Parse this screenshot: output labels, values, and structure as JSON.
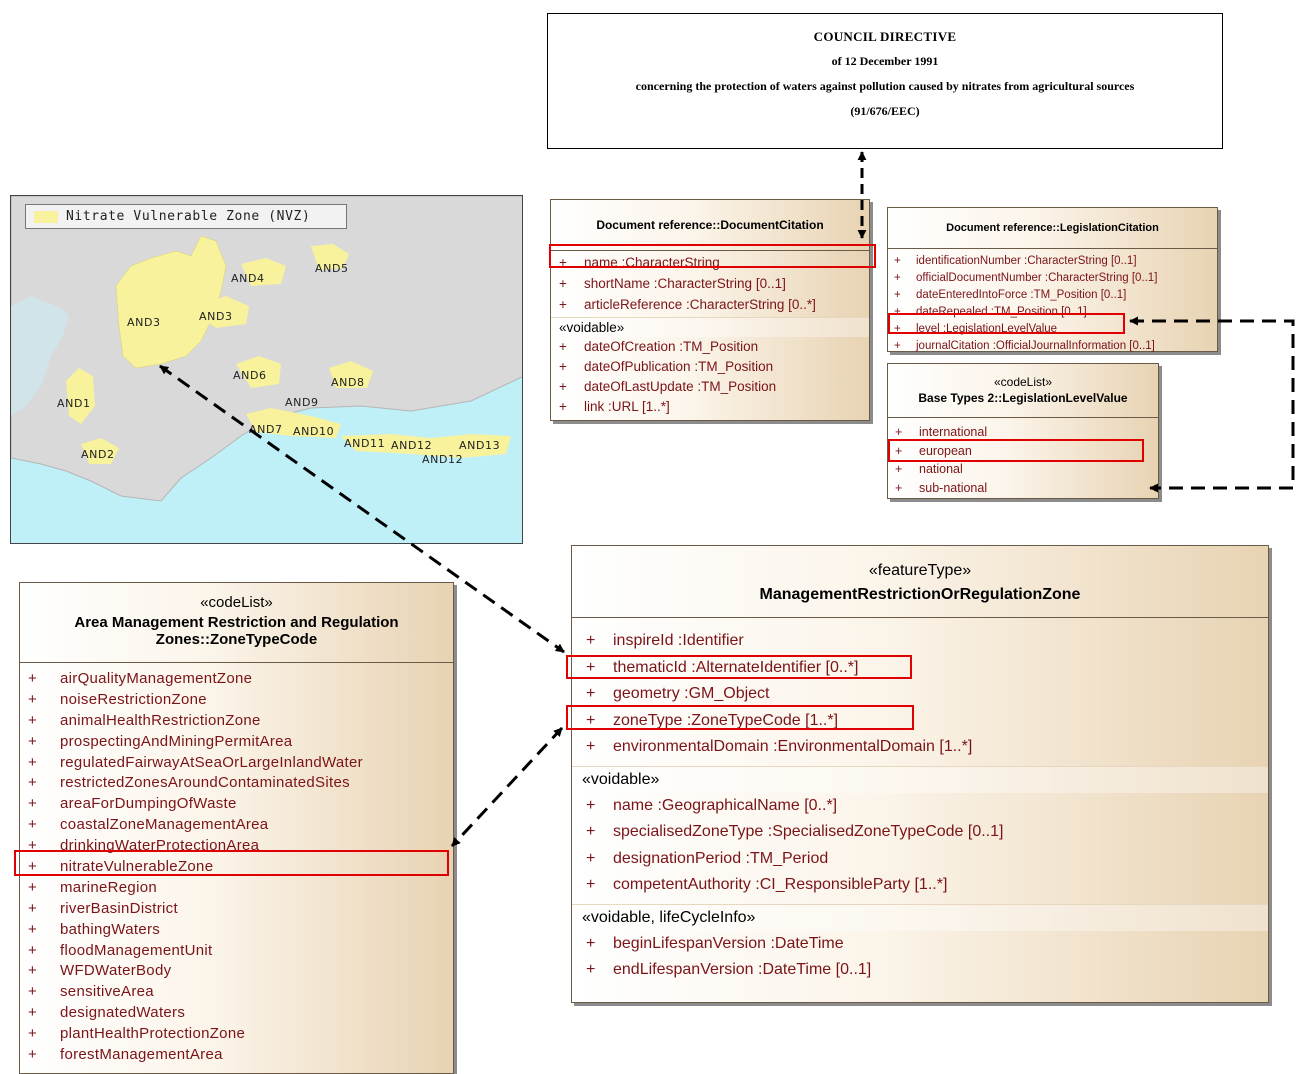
{
  "council": {
    "title": "COUNCIL DIRECTIVE",
    "date": "of 12 December 1991",
    "subject": "concerning the protection of waters against pollution caused by nitrates from agricultural sources",
    "reference": "(91/676/EEC)"
  },
  "doc_citation": {
    "name": "Document reference::DocumentCitation",
    "attributes": [
      "name  :CharacterString",
      "shortName  :CharacterString [0..1]",
      "articleReference  :CharacterString [0..*]"
    ],
    "voidable_label": "«voidable»",
    "voidable": [
      "dateOfCreation  :TM_Position",
      "dateOfPublication  :TM_Position",
      "dateOfLastUpdate  :TM_Position",
      "link  :URL [1..*]"
    ]
  },
  "leg_citation": {
    "name": "Document reference::LegislationCitation",
    "attributes": [
      "identificationNumber  :CharacterString [0..1]",
      "officialDocumentNumber  :CharacterString [0..1]",
      "dateEnteredIntoForce  :TM_Position [0..1]",
      "dateRepealed  :TM_Position [0..1]",
      "level  :LegislationLevelValue",
      "journalCitation  :OfficialJournalInformation [0..1]"
    ]
  },
  "level_value": {
    "stereotype": "«codeList»",
    "name": "Base Types 2::LegislationLevelValue",
    "values": [
      "international",
      "european",
      "national",
      "sub-national"
    ]
  },
  "map": {
    "legend": "Nitrate Vulnerable Zone (NVZ)",
    "zones": [
      "AND5",
      "AND4",
      "AND3",
      "AND3",
      "AND6",
      "AND8",
      "AND1",
      "AND9",
      "AND7",
      "AND10",
      "AND11",
      "AND12",
      "AND13",
      "AND2",
      "AND12"
    ],
    "colors": {
      "zone": "#f7f29b",
      "land": "#d8d8d8",
      "sea": "#bfeff7"
    }
  },
  "feature": {
    "stereotype": "«featureType»",
    "name": "ManagementRestrictionOrRegulationZone",
    "attributes": [
      "inspireId  :Identifier",
      "thematicId  :AlternateIdentifier [0..*]",
      "geometry  :GM_Object",
      "zoneType  :ZoneTypeCode [1..*]",
      "environmentalDomain  :EnvironmentalDomain [1..*]"
    ],
    "voidable_label": "«voidable»",
    "voidable": [
      "name  :GeographicalName [0..*]",
      "specialisedZoneType  :SpecialisedZoneTypeCode [0..1]",
      "designationPeriod  :TM_Period",
      "competentAuthority  :CI_ResponsibleParty [1..*]"
    ],
    "lifecycle_label": "«voidable, lifeCycleInfo»",
    "lifecycle": [
      "beginLifespanVersion  :DateTime",
      "endLifespanVersion  :DateTime [0..1]"
    ]
  },
  "zone_type": {
    "stereotype": "«codeList»",
    "name_line1": "Area Management Restriction and Regulation",
    "name_line2": "Zones::ZoneTypeCode",
    "values": [
      "airQualityManagementZone",
      "noiseRestrictionZone",
      "animalHealthRestrictionZone",
      "prospectingAndMiningPermitArea",
      "regulatedFairwayAtSeaOrLargeInlandWater",
      "restrictedZonesAroundContaminatedSites",
      "areaForDumpingOfWaste",
      "coastalZoneManagementArea",
      "drinkingWaterProtectionArea",
      "nitrateVulnerableZone",
      "marineRegion",
      "riverBasinDistrict",
      "bathingWaters",
      "floodManagementUnit",
      "WFDWaterBody",
      "sensitiveArea",
      "designatedWaters",
      "plantHealthProtectionZone",
      "forestManagementArea"
    ]
  },
  "plus": "+"
}
